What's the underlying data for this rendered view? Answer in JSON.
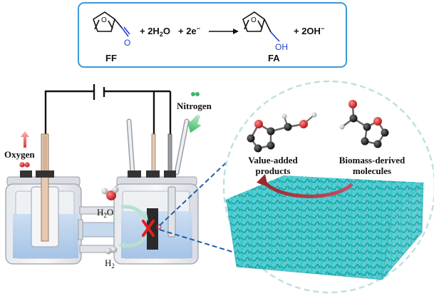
{
  "equation": {
    "term_h2o": "+ 2H",
    "h2o_sub": "2",
    "h2o_o": "O",
    "term_e": "+ 2e",
    "e_sup": "−",
    "term_oh": "+ 2OH",
    "oh_sup": "−",
    "reactant_label": "FF",
    "product_label": "FA",
    "reactant_o_label": "O",
    "product_oh_label": "OH",
    "ring_o_label": "O"
  },
  "labels": {
    "oxygen": "Oxygen",
    "nitrogen": "Nitrogen",
    "water_h": "H",
    "water_sub": "2",
    "water_o": "O",
    "hydrogen_h": "H",
    "hydrogen_sub": "2",
    "value_added_line1": "Value-added",
    "value_added_line2": "products",
    "biomass_line1": "Biomass-derived",
    "biomass_line2": "molecules"
  },
  "colors": {
    "box_border": "#3a9ad9",
    "blue_text": "#1f3fd6",
    "electrolyte": "#a9c9ea",
    "catalyst": "#3cc5c8",
    "oxygen_atom": "#cc1f1f",
    "carbon_atom": "#1a1a1a",
    "hydrogen_atom": "#dddddd"
  }
}
